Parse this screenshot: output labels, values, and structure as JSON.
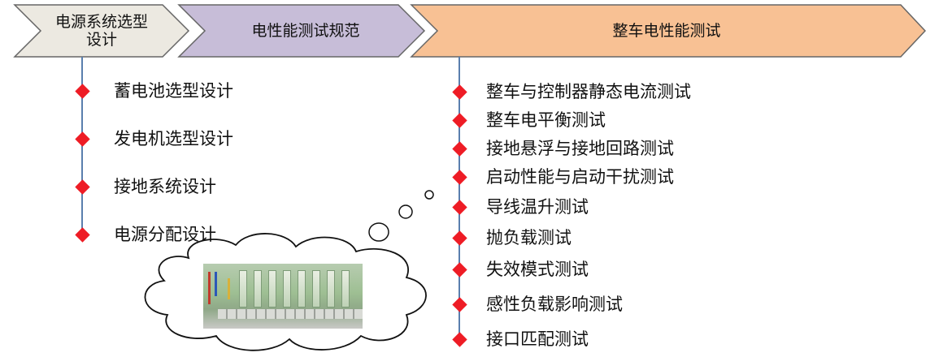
{
  "stages": [
    {
      "label": "电源系统选型\n设计",
      "color": "#ece9e1"
    },
    {
      "label": "电性能测试规范",
      "color": "#c7bdd8"
    },
    {
      "label": "整车电性能测试",
      "color": "#f8c194"
    }
  ],
  "left_items": [
    "蓄电池选型设计",
    "发电机选型设计",
    "接地系统设计",
    "电源分配设计"
  ],
  "right_items": [
    "整车与控制器静态电流测试",
    "整车电平衡测试",
    "接地悬浮与接地回路测试",
    "启动性能与启动干扰测试",
    "导线温升测试",
    "抛负载测试",
    "失效模式测试",
    "感性负载影响测试",
    "接口匹配测试"
  ],
  "colors": {
    "bullet": "#ee1c25",
    "connector": "#5a7fae",
    "outline": "#666666"
  },
  "icons": {
    "bullet": "red-diamond",
    "photo": "electrical-junction-box-photo"
  }
}
